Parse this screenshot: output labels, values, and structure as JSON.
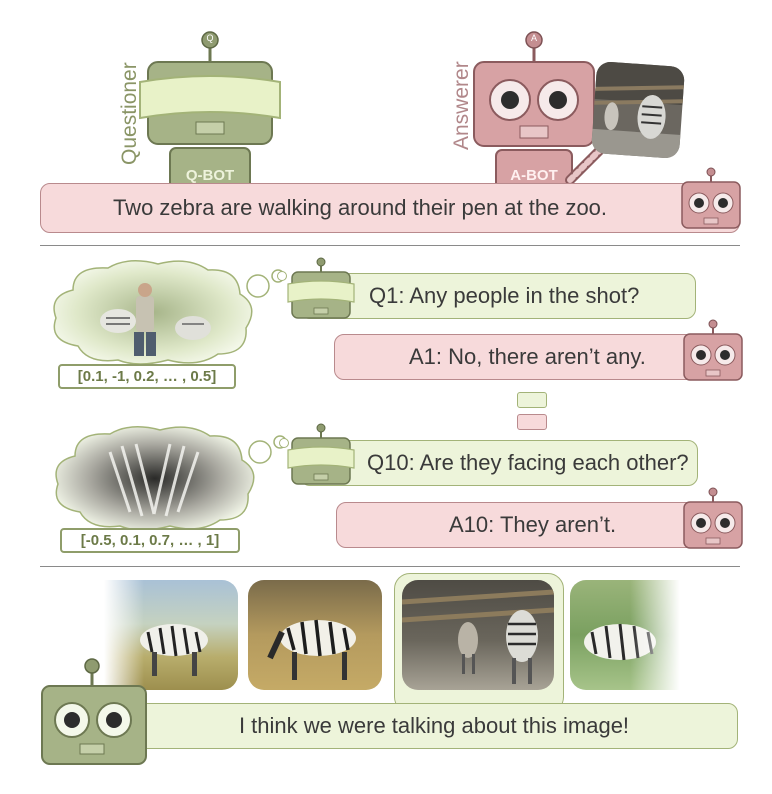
{
  "top": {
    "questioner_label": "Questioner",
    "answerer_label": "Answerer",
    "qbot_label": "Q-BOT",
    "abot_label": "A-BOT",
    "qbot_antenna": "Q",
    "abot_antenna": "A",
    "caption": "Two zebra are walking around their pen at the zoo."
  },
  "dialog": [
    {
      "question": "Q1: Any people in the shot?",
      "answer": "A1: No, there aren’t any.",
      "vector": "[0.1, -1, 0.2, … , 0.5]"
    },
    {
      "question": "Q10: Are they facing each other?",
      "answer": "A10: They aren’t.",
      "vector": "[-0.5, 0.1, 0.7, … , 1]"
    }
  ],
  "bottom": {
    "guess": "I think we were talking about this image!"
  },
  "colors": {
    "green_fill": "#edf4da",
    "green_border": "#a3b378",
    "pink_fill": "#f7dadb",
    "pink_border": "#b98a8d",
    "qbot_body": "#a6b387",
    "abot_body": "#c99597"
  }
}
